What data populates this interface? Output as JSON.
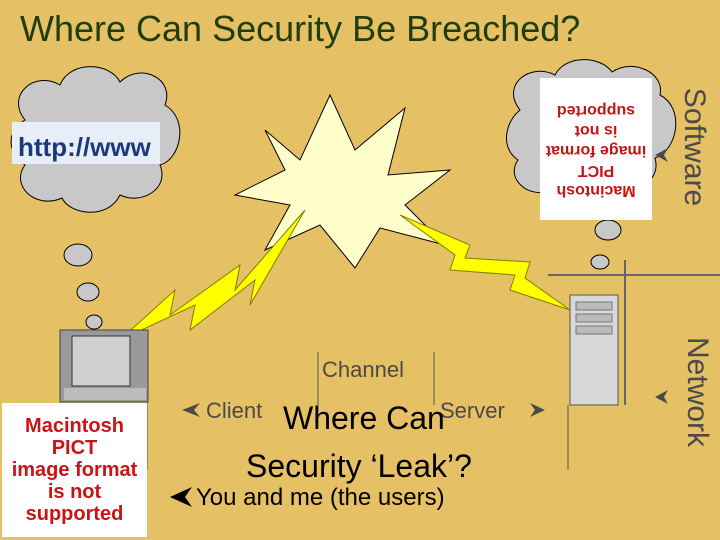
{
  "slide": {
    "title": "Where Can Security Be Breached?",
    "software_label": "Software",
    "network_label": "Network",
    "channel_label": "Channel",
    "client_label": "Client",
    "server_label": "Server",
    "leak_line1": "Where Can",
    "leak_line2": "Security ‘Leak’?",
    "users_label": "You and me (the users)",
    "http_text": "http://www",
    "pict_line1": "Macintosh PICT",
    "pict_line2": "image format",
    "pict_line3": "is not supported"
  },
  "icons": [
    "cloud-icon",
    "lightning-bolt-icon",
    "explosion-burst-icon",
    "computer-icon",
    "server-tower-icon",
    "arrow-left-icon",
    "arrow-right-icon"
  ],
  "colors": {
    "background": "#E6C064",
    "title": "#1f3d0f",
    "lightning": "#FFFF00",
    "pict_text": "#C81414"
  }
}
